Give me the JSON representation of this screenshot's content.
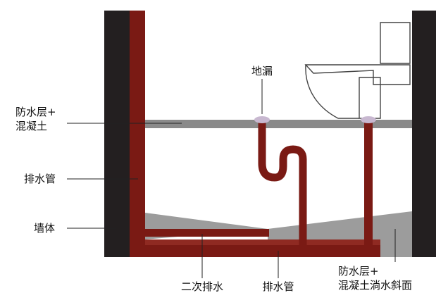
{
  "labels": {
    "floor_drain": "地漏",
    "waterproof_concrete_line1": "防水层+",
    "waterproof_concrete_line2": "混凝土",
    "drain_pipe_left": "排水管",
    "wall": "墙体",
    "secondary_drain": "二次排水",
    "drain_pipe_bottom": "排水管",
    "waterproof_slope_line1": "防水层+",
    "waterproof_slope_line2": "混凝土淌水斜面"
  },
  "colors": {
    "wall": "#231f20",
    "pipe": "#7a1a14",
    "floor_slab": "#8a8a8a",
    "slope": "#9c9c9c",
    "drain_cap": "#c8b8d0",
    "leader_line": "#222222",
    "toilet_outline": "#444444"
  }
}
